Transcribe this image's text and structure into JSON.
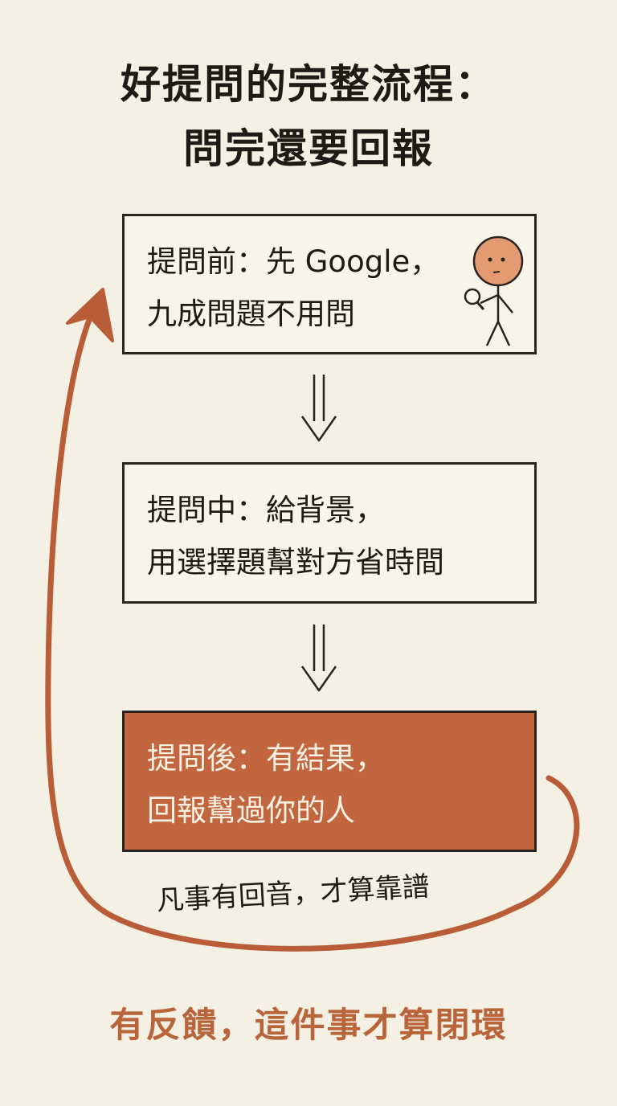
{
  "title": {
    "line1": "好提問的完整流程：",
    "line2": "問完還要回報"
  },
  "steps": [
    {
      "line1": "提問前：先 Google，",
      "line2": "九成問題不用問"
    },
    {
      "line1": "提問中：給背景，",
      "line2": "用選擇題幫對方省時間"
    },
    {
      "line1": "提問後：有結果，",
      "line2": "回報幫過你的人"
    }
  ],
  "loop_label": "凡事有回音，才算靠譜",
  "footer": "有反饋，這件事才算閉環",
  "colors": {
    "background": "#f4f0e4",
    "accent": "#c1663f",
    "ink": "#1f1a16",
    "footer_text": "#b9653b"
  },
  "icons": {
    "character": "person-with-magnifier-icon",
    "flow_arrow": "double-line-down-arrow-icon",
    "loop_arrow": "curved-return-arrow"
  }
}
